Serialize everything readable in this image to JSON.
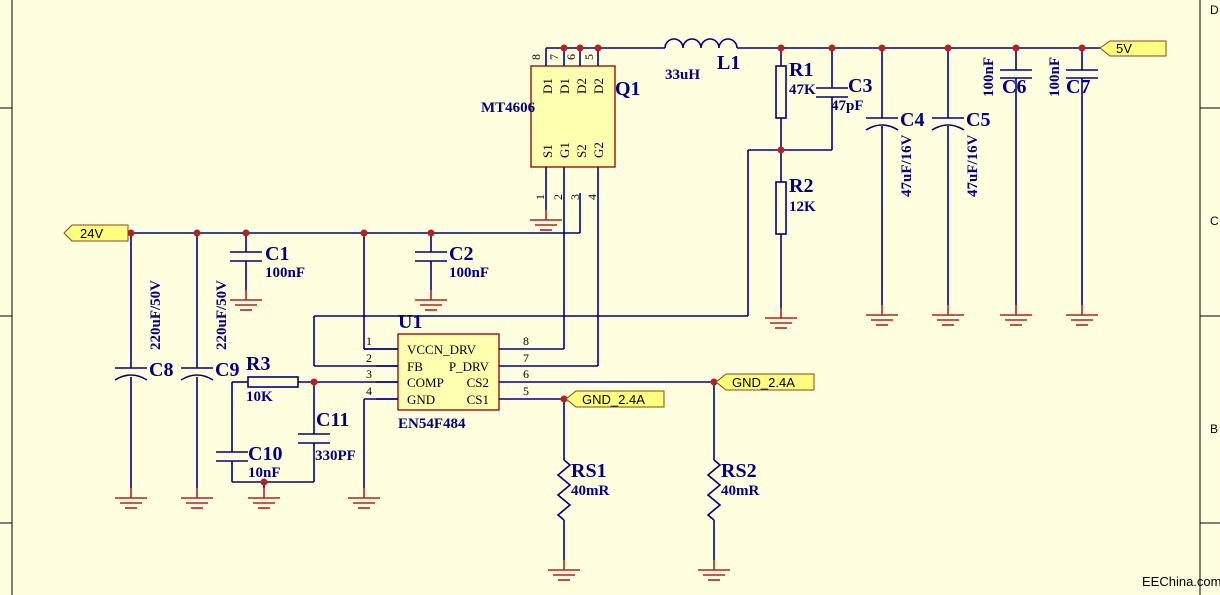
{
  "border": {
    "zones": [
      "D",
      "C",
      "B"
    ]
  },
  "ports": {
    "vin": "24V",
    "vout": "5V",
    "gnd_a": "GND_2.4A",
    "gnd_b": "GND_2.4A"
  },
  "q1": {
    "ref": "Q1",
    "part": "MT4606",
    "top_pins": [
      "D1",
      "D1",
      "D2",
      "D2"
    ],
    "bottom_pins": [
      "S1",
      "G1",
      "S2",
      "G2"
    ],
    "top_nums": [
      "8",
      "7",
      "6",
      "5"
    ],
    "bottom_nums": [
      "1",
      "2",
      "3",
      "4"
    ]
  },
  "u1": {
    "ref": "U1",
    "part": "EN54F484",
    "left_pins": [
      "VCCN_DRV",
      "FB",
      "COMP",
      "GND"
    ],
    "right_pins": [
      "P_DRV",
      "CS2",
      "CS1"
    ],
    "left_nums": [
      "1",
      "2",
      "3",
      "4"
    ],
    "right_nums": [
      "8",
      "7",
      "6",
      "5"
    ]
  },
  "components": {
    "L1": {
      "ref": "L1",
      "value": "33uH"
    },
    "R1": {
      "ref": "R1",
      "value": "47K"
    },
    "R2": {
      "ref": "R2",
      "value": "12K"
    },
    "R3": {
      "ref": "R3",
      "value": "10K"
    },
    "C1": {
      "ref": "C1",
      "value": "100nF"
    },
    "C2": {
      "ref": "C2",
      "value": "100nF"
    },
    "C3": {
      "ref": "C3",
      "value": "47pF"
    },
    "C4": {
      "ref": "C4",
      "value": "47uF/16V"
    },
    "C5": {
      "ref": "C5",
      "value": "47uF/16V"
    },
    "C6": {
      "ref": "C6",
      "value": "100nF"
    },
    "C7": {
      "ref": "C7",
      "value": "100nF"
    },
    "C8": {
      "ref": "C8",
      "value": "220uF/50V"
    },
    "C9": {
      "ref": "C9",
      "value": "220uF/50V"
    },
    "C10": {
      "ref": "C10",
      "value": "10nF"
    },
    "C11": {
      "ref": "C11",
      "value": "330PF"
    },
    "RS1": {
      "ref": "RS1",
      "value": "40mR"
    },
    "RS2": {
      "ref": "RS2",
      "value": "40mR"
    }
  },
  "watermark": "EEChina.com"
}
